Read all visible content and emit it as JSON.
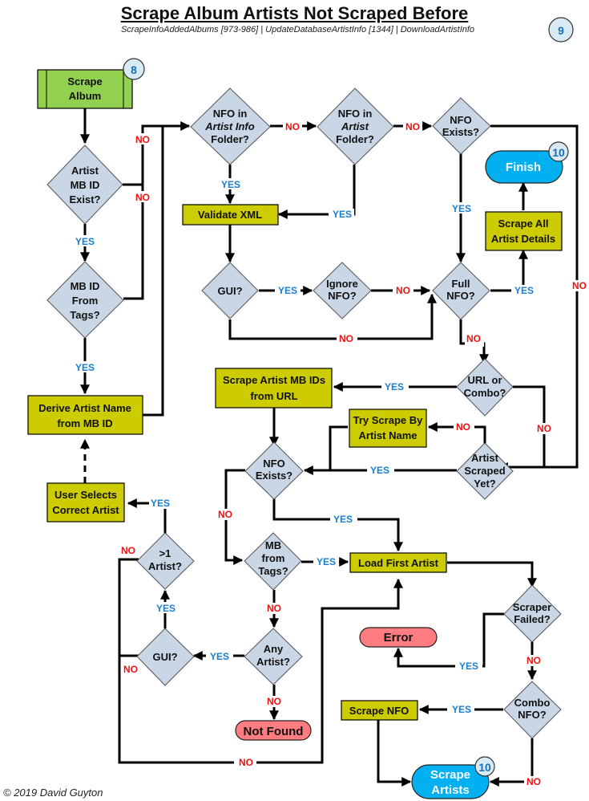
{
  "header": {
    "title": "Scrape Album Artists Not Scraped Before",
    "subtitle": "ScrapeInfoAddedAlbums [973-986] | UpdateDatabaseArtistInfo [1344] | DownloadArtistInfo",
    "page_badge": "9"
  },
  "footer": {
    "copyright": "© 2019 David Guyton"
  },
  "colors": {
    "decision_fill": "#c9d6e6",
    "process_fill": "#cccc00",
    "start_fill": "#92d050",
    "terminal_fill": "#00b0f0",
    "error_fill": "#ff7c80",
    "yes_color": "#1a7ed0",
    "no_color": "#ee1111"
  },
  "nodes": {
    "scrape_album": {
      "lines": [
        "Scrape",
        "Album"
      ],
      "badge": "8"
    },
    "artist_mbid_exist": {
      "lines": [
        "Artist",
        "MB ID",
        "Exist?"
      ]
    },
    "mbid_from_tags": {
      "lines": [
        "MB ID",
        "From",
        "Tags?"
      ]
    },
    "derive_artist_name": {
      "lines": [
        "Derive Artist Name",
        "from MB ID"
      ]
    },
    "user_selects": {
      "lines": [
        "User Selects",
        "Correct Artist"
      ]
    },
    "more_than_one_artist": {
      "lines": [
        ">1",
        "Artist?"
      ]
    },
    "gui_left": {
      "lines": [
        "GUI?"
      ]
    },
    "nfo_artist_info_folder": {
      "lines": [
        "NFO in",
        "Artist Info",
        "Folder?"
      ]
    },
    "nfo_artist_folder": {
      "lines": [
        "NFO in",
        "Artist",
        "Folder?"
      ]
    },
    "nfo_exists_top": {
      "lines": [
        "NFO",
        "Exists?"
      ]
    },
    "finish": {
      "label": "Finish",
      "badge": "10"
    },
    "validate_xml": {
      "lines": [
        "Validate XML"
      ]
    },
    "scrape_all_details": {
      "lines": [
        "Scrape All",
        "Artist Details"
      ]
    },
    "gui_mid": {
      "lines": [
        "GUI?"
      ]
    },
    "ignore_nfo": {
      "lines": [
        "Ignore",
        "NFO?"
      ]
    },
    "full_nfo": {
      "lines": [
        "Full",
        "NFO?"
      ]
    },
    "url_or_combo": {
      "lines": [
        "URL or",
        "Combo?"
      ]
    },
    "scrape_mbids_url": {
      "lines": [
        "Scrape Artist MB IDs",
        "from URL"
      ]
    },
    "try_scrape_name": {
      "lines": [
        "Try Scrape By",
        "Artist Name"
      ]
    },
    "artist_scraped_yet": {
      "lines": [
        "Artist",
        "Scraped",
        "Yet?"
      ]
    },
    "nfo_exists_mid": {
      "lines": [
        "NFO",
        "Exists?"
      ]
    },
    "mb_from_tags": {
      "lines": [
        "MB",
        "from",
        "Tags?"
      ]
    },
    "load_first_artist": {
      "lines": [
        "Load First Artist"
      ]
    },
    "any_artist": {
      "lines": [
        "Any",
        "Artist?"
      ]
    },
    "not_found": {
      "label": "Not Found"
    },
    "scraper_failed": {
      "lines": [
        "Scraper",
        "Failed?"
      ]
    },
    "error": {
      "label": "Error"
    },
    "combo_nfo": {
      "lines": [
        "Combo",
        "NFO?"
      ]
    },
    "scrape_nfo": {
      "lines": [
        "Scrape NFO"
      ]
    },
    "scrape_artists": {
      "lines": [
        "Scrape",
        "Artists"
      ],
      "badge": "10"
    }
  },
  "edge_labels": {
    "yes": "YES",
    "no": "NO"
  }
}
